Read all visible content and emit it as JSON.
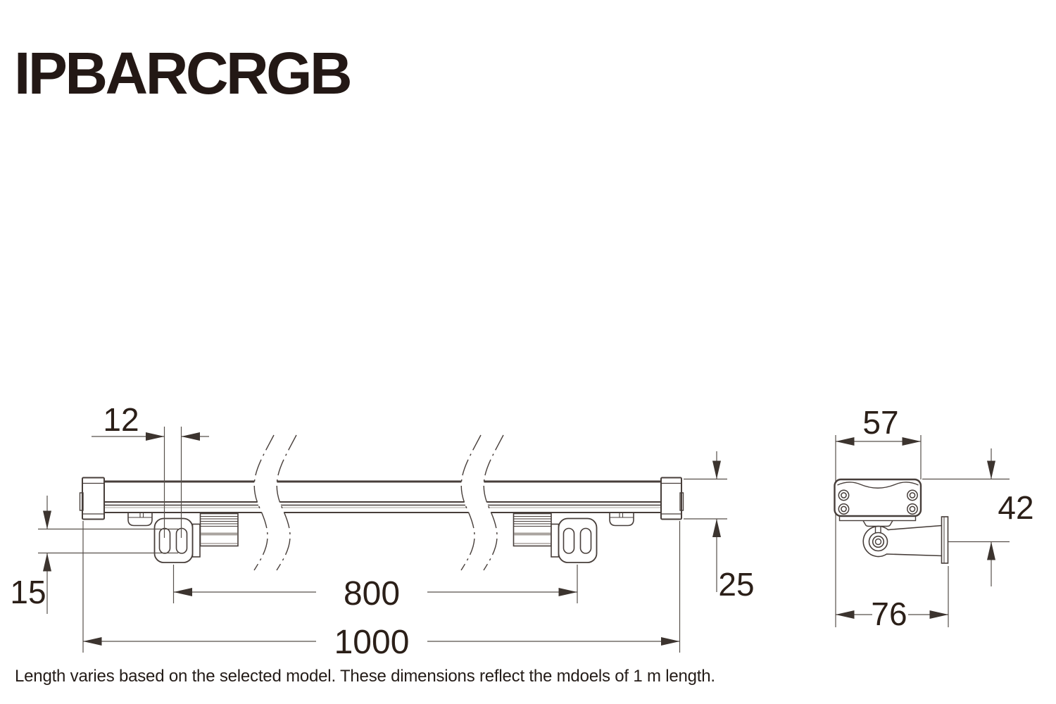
{
  "title": "IPBARCRGB",
  "caption": "Length varies based on the selected model. These dimensions reflect the mdoels of 1 m length.",
  "front_view": {
    "dims": {
      "slot_spacing": "12",
      "slot_length": "15",
      "bracket_spacing": "800",
      "total_length": "1000",
      "bar_height": "25"
    }
  },
  "side_view": {
    "dims": {
      "profile_width": "57",
      "mount_height": "42",
      "total_depth": "76"
    }
  },
  "colors": {
    "line": "#473e3a",
    "dimension_line": "#57504b",
    "text": "#2b1f18",
    "title_text": "#231815",
    "accent_gray": "#aaa49f",
    "background": "#ffffff"
  }
}
